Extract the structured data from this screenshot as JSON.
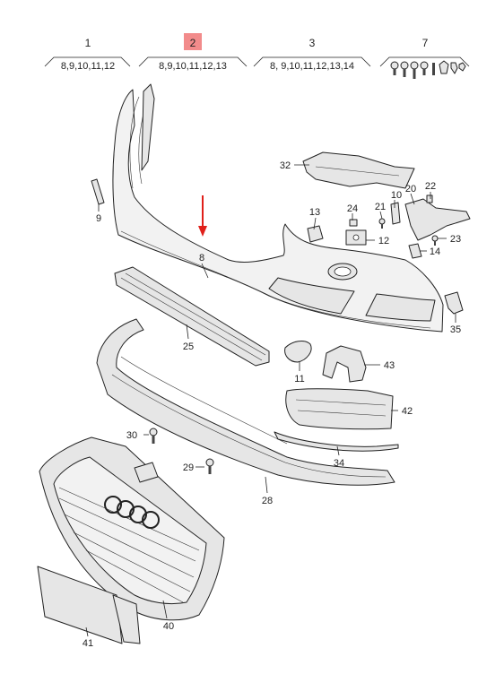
{
  "header_groups": [
    {
      "number": "1",
      "refs": "8,9,10,11,12"
    },
    {
      "number": "2",
      "refs": "8,9,10,11,12,13",
      "highlighted": true
    },
    {
      "number": "3",
      "refs": "8, 9,10,11,12,13,14"
    },
    {
      "number": "7",
      "refs": ""
    }
  ],
  "callouts": [
    "32",
    "10",
    "20",
    "22",
    "13",
    "24",
    "21",
    "23",
    "12",
    "14",
    "9",
    "8",
    "25",
    "11",
    "43",
    "35",
    "42",
    "30",
    "29",
    "34",
    "28",
    "40",
    "41"
  ],
  "colors": {
    "highlight": "#f28b8b",
    "arrow": "#e0201a",
    "line": "#222222",
    "part_fill": "#e6e6e6"
  },
  "icons": [
    "screw-set-icon",
    "red-arrow-icon",
    "audi-rings-logo"
  ]
}
